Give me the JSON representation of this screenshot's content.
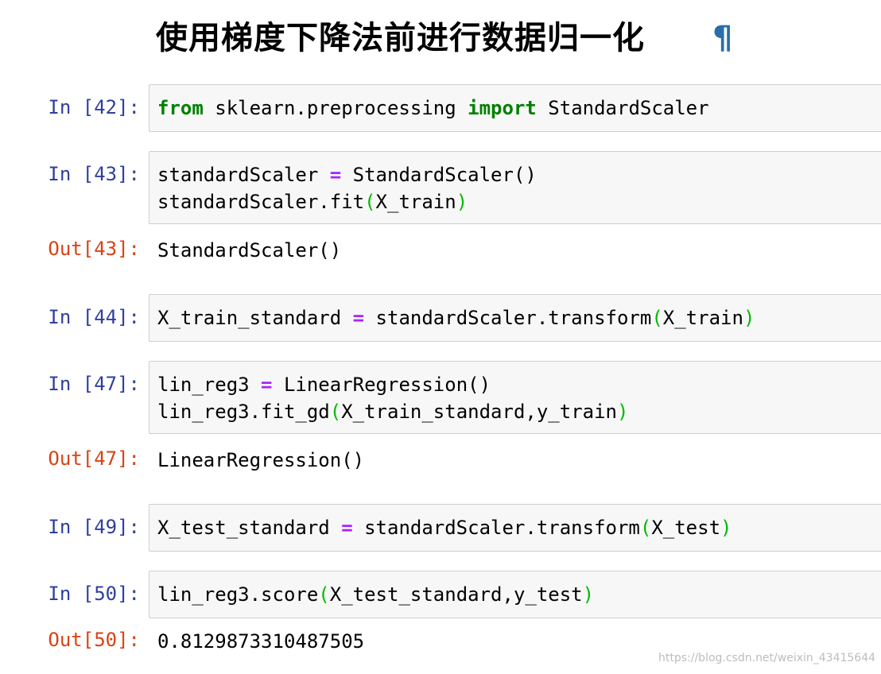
{
  "heading": {
    "title": "使用梯度下降法前进行数据归一化",
    "anchor": "¶"
  },
  "cells": [
    {
      "in_prompt": "In [42]:",
      "line1": {
        "kw1": "from",
        "mod": " sklearn.preprocessing ",
        "kw2": "import",
        "name": " StandardScaler"
      }
    },
    {
      "in_prompt": "In [43]:",
      "line1": {
        "lhs": "standardScaler ",
        "eq": "=",
        "rhs": " StandardScaler()"
      },
      "line2": {
        "call": "standardScaler.fit",
        "open": "(",
        "arg": "X_train",
        "close": ")"
      },
      "out_prompt": "Out[43]:",
      "output": "StandardScaler()"
    },
    {
      "in_prompt": "In [44]:",
      "line1": {
        "lhs": "X_train_standard ",
        "eq": "=",
        "call": " standardScaler.transform",
        "open": "(",
        "arg": "X_train",
        "close": ")"
      }
    },
    {
      "in_prompt": "In [47]:",
      "line1": {
        "lhs": "lin_reg3 ",
        "eq": "=",
        "rhs": " LinearRegression()"
      },
      "line2": {
        "call": "lin_reg3.fit_gd",
        "open": "(",
        "arg": "X_train_standard,y_train",
        "close": ")"
      },
      "out_prompt": "Out[47]:",
      "output": "LinearRegression()"
    },
    {
      "in_prompt": "In [49]:",
      "line1": {
        "lhs": "X_test_standard ",
        "eq": "=",
        "call": " standardScaler.transform",
        "open": "(",
        "arg": "X_test",
        "close": ")"
      }
    },
    {
      "in_prompt": "In [50]:",
      "line1": {
        "call": "lin_reg3.score",
        "open": "(",
        "arg": "X_test_standard,y_test",
        "close": ")"
      },
      "out_prompt": "Out[50]:",
      "output": "0.8129873310487505"
    }
  ],
  "watermark": "https://blog.csdn.net/weixin_43415644",
  "colors": {
    "in_prompt": "#303f9f",
    "out_prompt": "#d84315",
    "keyword": "#008000",
    "operator": "#aa22ff",
    "bracket": "#00bb00",
    "anchor": "#296eaa"
  }
}
